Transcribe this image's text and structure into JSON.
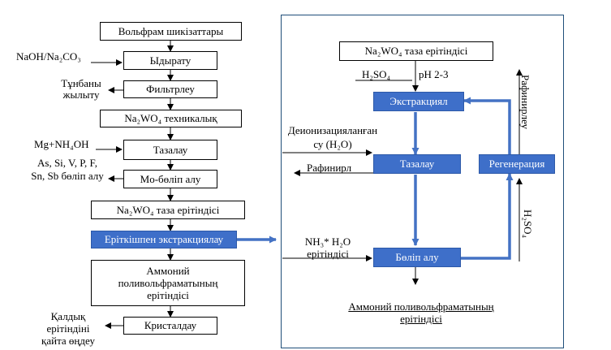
{
  "left_flow": {
    "raw_material": "Вольфрам шикізаттары",
    "reagent_leach": "NaOH/Na₂CO₃",
    "leaching": "Ыдырату",
    "waste_residue_line1": "Тұнбаны",
    "waste_residue_line2": "жылыту",
    "filtration": "Фильтрлеу",
    "technical_na2wo4": "Na₂WO₄ техникалық",
    "reagent_purify": "Mg+NH₄OH",
    "impurities_line1": "As, Si, V, P, F,",
    "impurities_line2": "Sn, Sb бөліп алу",
    "purification": "Тазалау",
    "mo_removal": "Mo-бөліп алу",
    "pure_solution": "Na₂WO₄ таза ерітіндісі",
    "solvent_extraction": "Еріткішпен экстракциялау",
    "apt_solution_line1": "Аммоний",
    "apt_solution_line2": "поливольфраматының",
    "apt_solution_line3": "ерітіндісі",
    "mother_liquor_line1": "Қалдық",
    "mother_liquor_line2": "ерітіндіні",
    "mother_liquor_line3": "қайта өңдеу",
    "crystallization": "Кристалдау"
  },
  "right_panel": {
    "pure_solution": "Na₂WO₄ таза ерітіндісі",
    "h2so4_top": "H₂SO₄",
    "ph": "pH 2-3",
    "extraction": "Экстракциял",
    "raffinate_vertical": "Рафинирлеу",
    "deionized_line1": "Деионизацияланған",
    "deionized_line2": "су (H₂O)",
    "raffinate": "Рафинирл",
    "scrubbing": "Тазалау",
    "regeneration": "Регенерация",
    "h2so4_vertical": "H₂SO₄",
    "ammonia_line1": "NH₃* H₂O",
    "ammonia_line2": "ерітіндісі",
    "stripping": "Бөліп алу",
    "product_line1": "Аммоний поливольфраматының",
    "product_line2": "ерітіндісі"
  },
  "colors": {
    "process_blue": "#3e6fc9",
    "flow_blue": "#4472c4",
    "panel_border": "#1f4e79"
  }
}
